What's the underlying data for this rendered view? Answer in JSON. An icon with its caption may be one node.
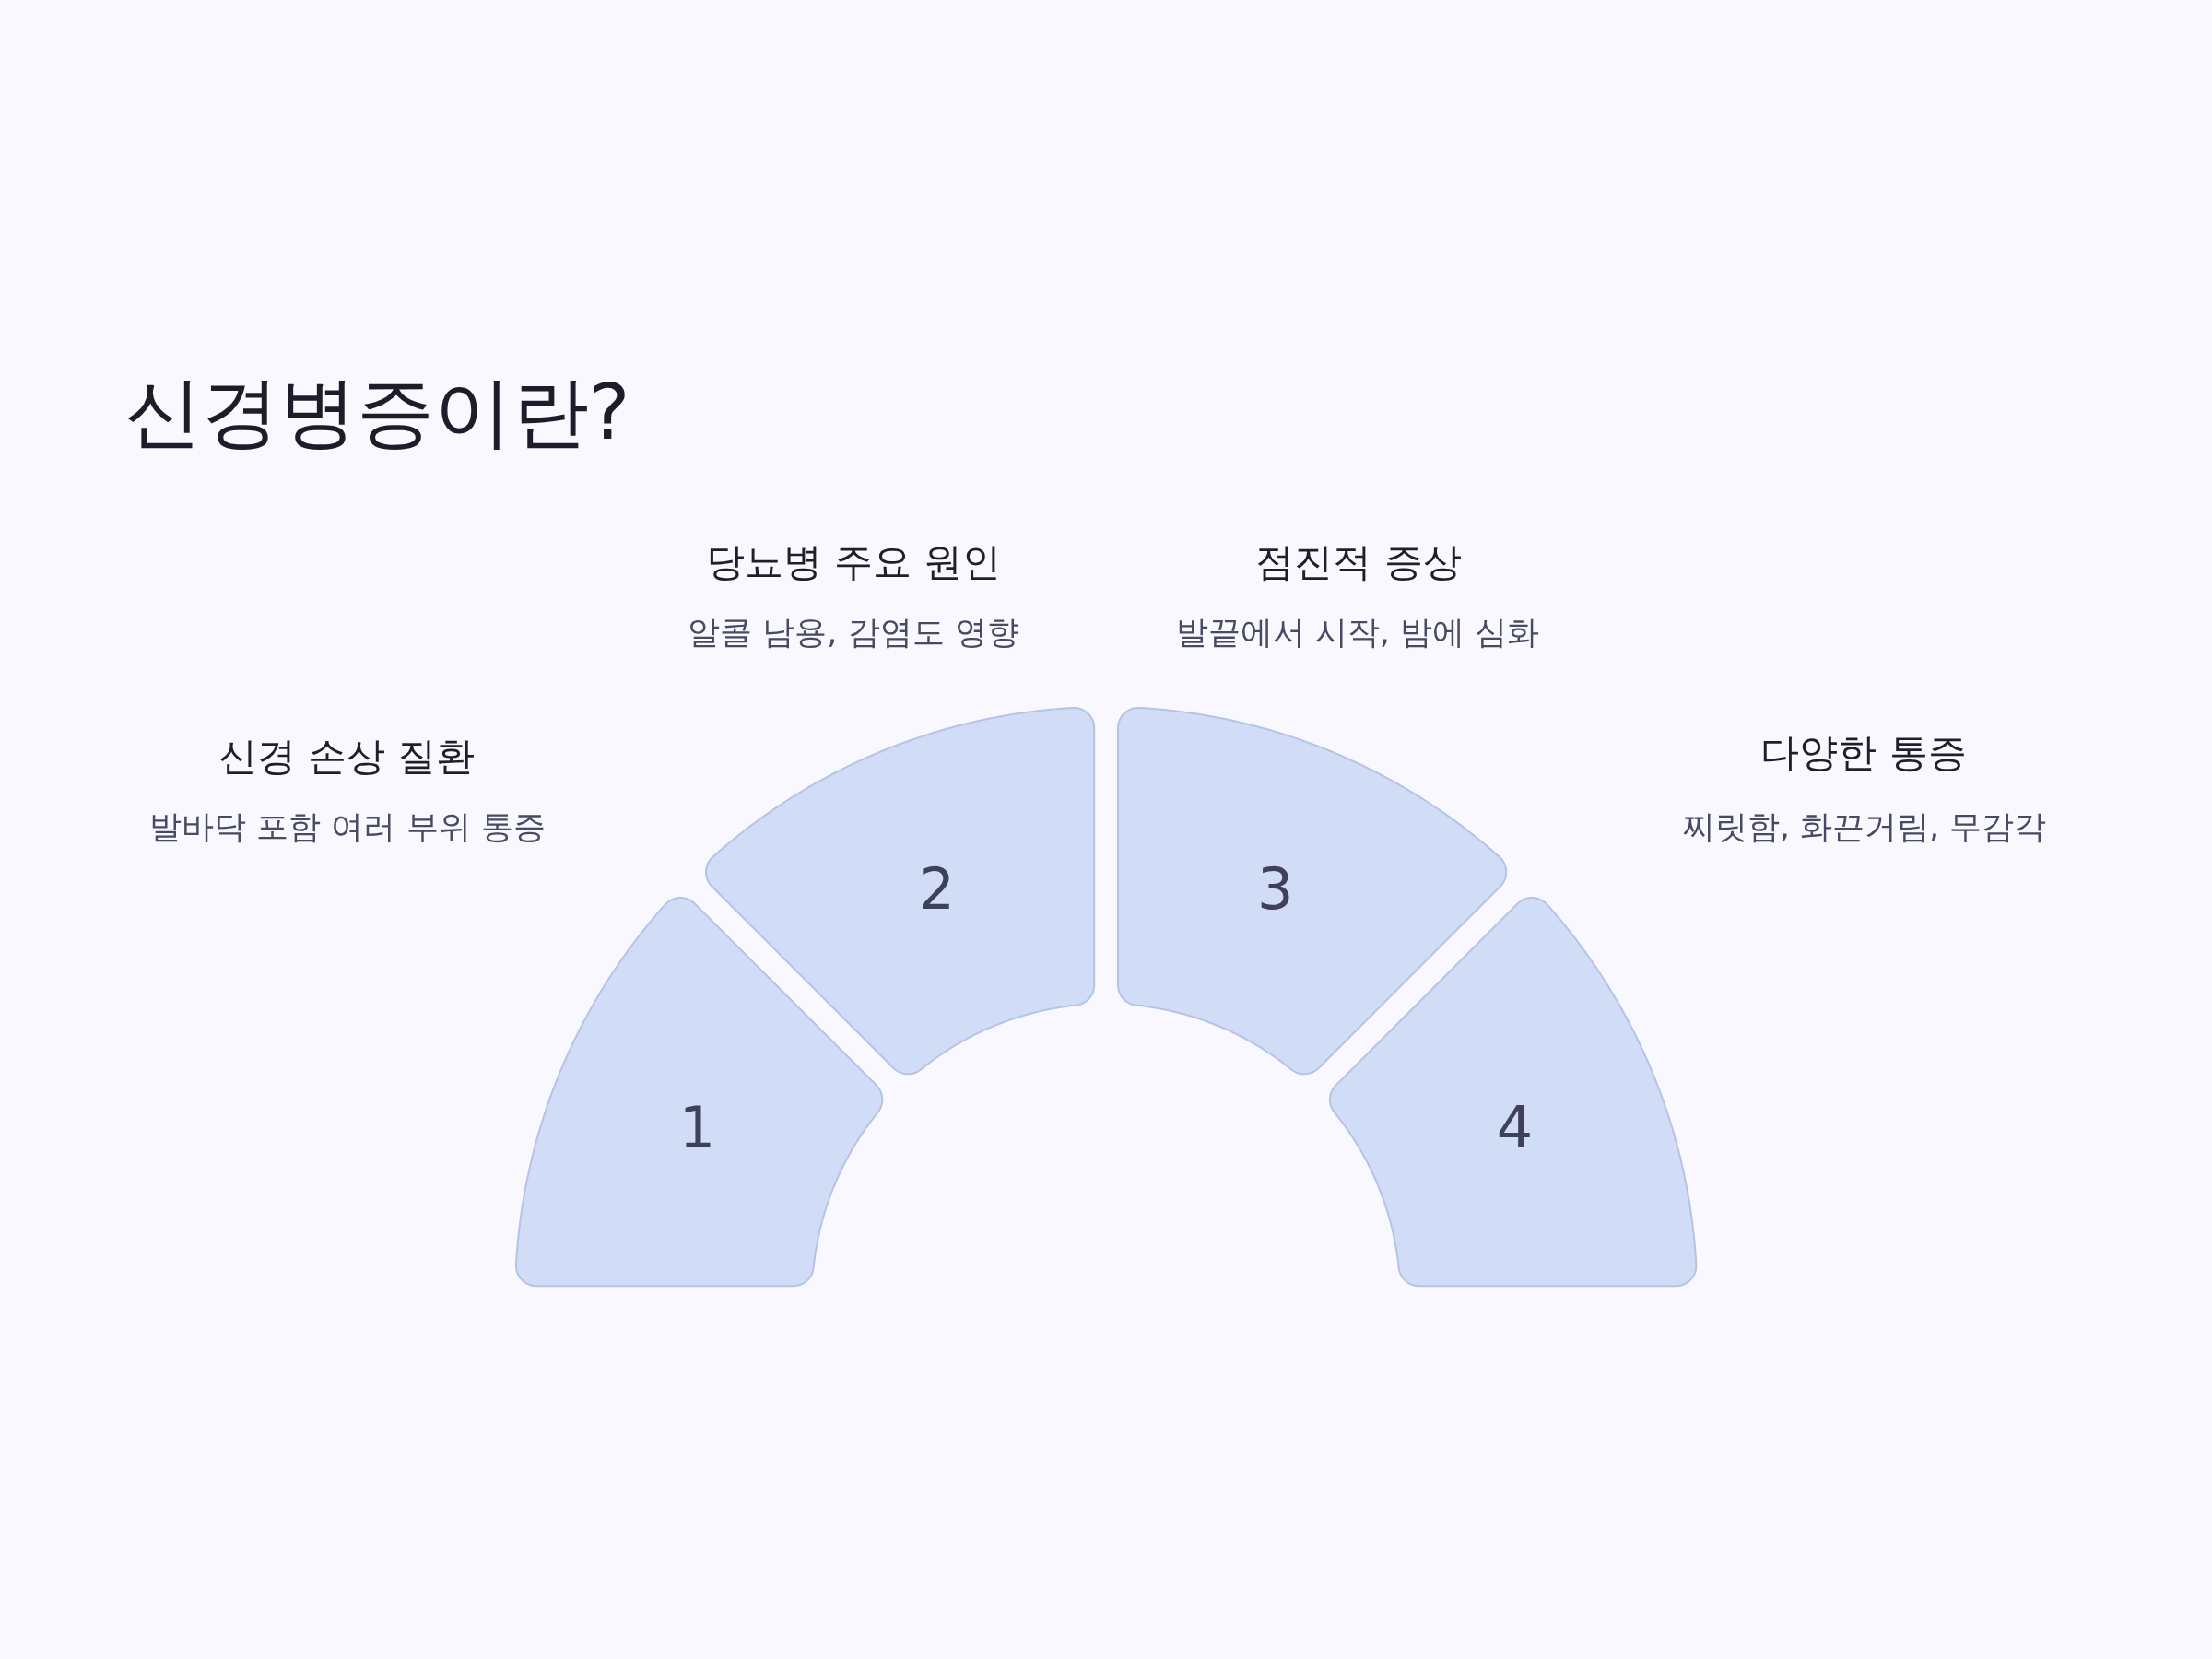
{
  "diagram": {
    "title": "신경병증이란?",
    "nodes": [
      {
        "text": [
          "1"
        ],
        "beside": [
          "신경 손상 질환",
          "발바닥 포함 여러 부위 통증"
        ]
      },
      {
        "text": [
          "2"
        ],
        "beside": [
          "당뇨병 주요 원인",
          "알콜 남용, 감염도 영향"
        ]
      },
      {
        "text": [
          "3"
        ],
        "beside": [
          "점진적 증상",
          "발끝에서 시작, 밤에 심화"
        ]
      },
      {
        "text": [
          "4"
        ],
        "beside": [
          "다양한 통증",
          "찌릿함, 화끈거림, 무감각"
        ]
      }
    ]
  }
}
